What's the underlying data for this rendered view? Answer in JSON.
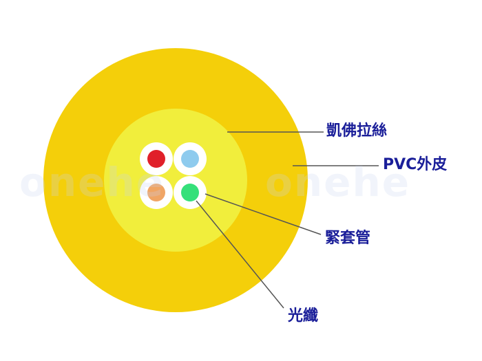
{
  "labels": {
    "kevlar": "凱佛拉絲",
    "pvc_jacket": "PVC外皮",
    "tight_buffer": "緊套管",
    "fiber": "光纖"
  },
  "watermark": {
    "left": "onehe",
    "right": "onehe"
  },
  "colors": {
    "pvc_jacket": "#f4cf0a",
    "kevlar": "#f1ee3c",
    "fiber_red": "#e0202a",
    "fiber_blue": "#8ecbee",
    "fiber_orange": "#f0a565",
    "fiber_green": "#35e07a",
    "fiber_ring": "#ffffff",
    "leader_line": "#555555",
    "label_text": "#1a1e99"
  }
}
